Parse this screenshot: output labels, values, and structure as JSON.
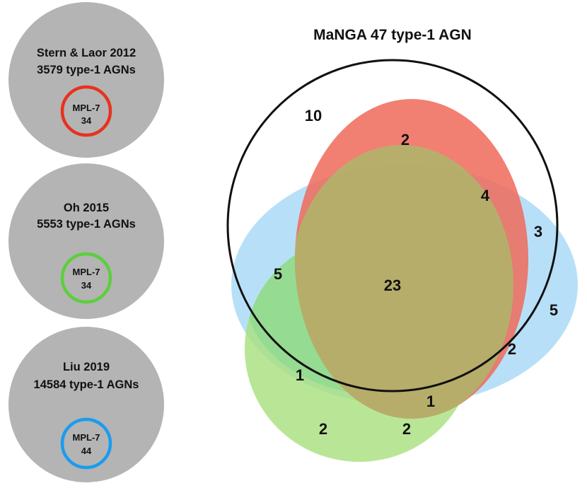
{
  "title": "MaNGA 47 type-1 AGN",
  "catalogs": [
    {
      "line1": "Stern & Laor 2012",
      "line2": "3579 type-1 AGNs",
      "sample_name": "MPL-7",
      "sample_count": "34",
      "ring_color": "#e8321e"
    },
    {
      "line1": "Oh 2015",
      "line2": "5553 type-1 AGNs",
      "sample_name": "MPL-7",
      "sample_count": "34",
      "ring_color": "#5ccf3c"
    },
    {
      "line1": "Liu 2019",
      "line2": "14584 type-1 AGNs",
      "sample_name": "MPL-7",
      "sample_count": "44",
      "ring_color": "#1a9cf0"
    }
  ],
  "venn": {
    "colors": {
      "outer_ring": "#111111",
      "red_set": "#ee6a5a",
      "green_set": "#a8e07c",
      "blue_set": "#9fd6f6",
      "overlap": "#b4b06a"
    },
    "region_counts": {
      "manga_only": "10",
      "red_top": "2",
      "red_blue_top": "4",
      "blue_inside": "3",
      "green_left": "5",
      "center_all": "23",
      "blue_outside": "5",
      "red_blue_right": "2",
      "green_lower_left": "1",
      "green_bottom_mid": "1",
      "green_bottom": "2",
      "red_green_bottom": "2"
    }
  }
}
